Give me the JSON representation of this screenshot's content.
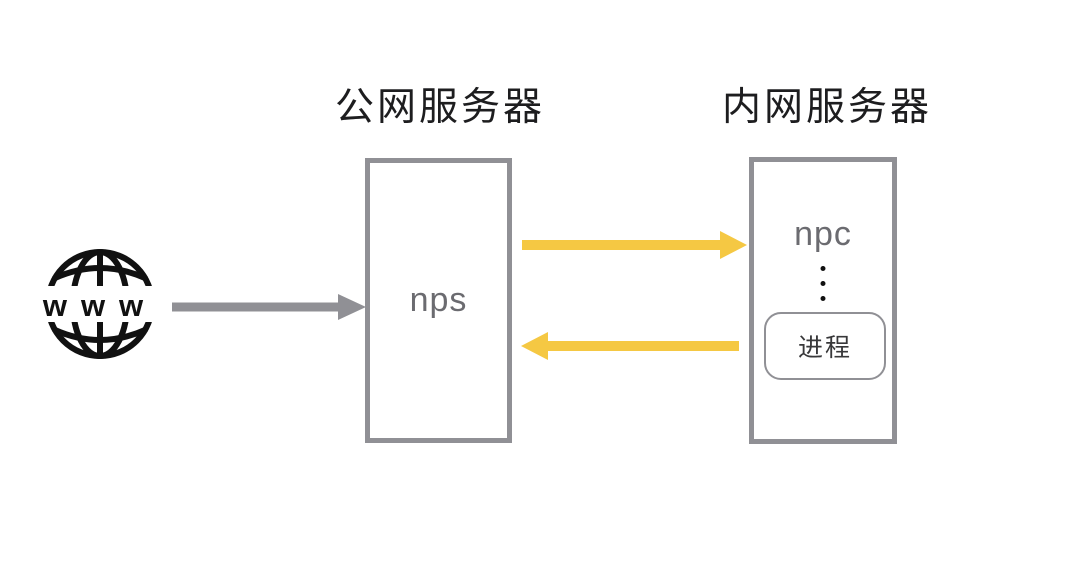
{
  "titles": {
    "public": "公网服务器",
    "private": "内网服务器"
  },
  "nodes": {
    "www": "www",
    "nps": "nps",
    "npc": "npc",
    "process": "进程"
  },
  "colors": {
    "background": "#FFFFFF",
    "arrow_gray": "#909095",
    "arrow_yellow": "#F5C843",
    "border_gray": "#909095",
    "label_gray": "#6B6B70",
    "title_color": "#1D1D1F",
    "process_text": "#38383A",
    "icon_black": "#111111"
  }
}
